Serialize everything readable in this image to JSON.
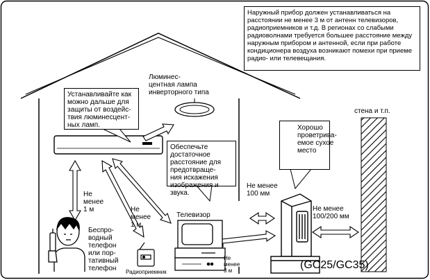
{
  "notes": {
    "outdoor_note": "Наружный прибор должен устанавливаться на расстоянии не менее 3 м от антенн телевизоров, радиоприемников и т.д. В регионах со слабыми радиоволнами требуется большее расстояние между наружным прибором и антенной, если при работе кондиционера воздуха возникают помехи при приеме радио- или телевещания.",
    "lamp_distance_note": "Устанавливайте как\nможно дальше для\nзащиты от воздейс-\nтвия люминесцент-\nных ламп.",
    "tv_distance_note": "Обеспечьте\nдостаточное\nрасстояние для\nпредотвраще-\nния искажения\nизображения и\nзвука.",
    "ventilated_place": "Хорошо\nпроветрива-\nемое сухое\nместо"
  },
  "labels": {
    "lamp": "Люминес-\nцентная лампа\nинверторного типа",
    "wall": "стена и т.п.",
    "indoor_to_phone_distance": "Не\nменее\n1 м",
    "indoor_to_radio_distance": "Не\nменее\n1 м",
    "phone": "Беспро-\nводный\nтелефон\nили пор-\nтативный\nтелефон",
    "radio": "Радиоприемник",
    "tv": "Телевизор",
    "outdoor_to_tv_distance": "Не\nменее\n3 м",
    "outdoor_front_clearance": "Не менее\n100 мм",
    "outdoor_rear_clearance": "Не менее\n100/200 мм",
    "model": "(GC25/GC35)"
  }
}
